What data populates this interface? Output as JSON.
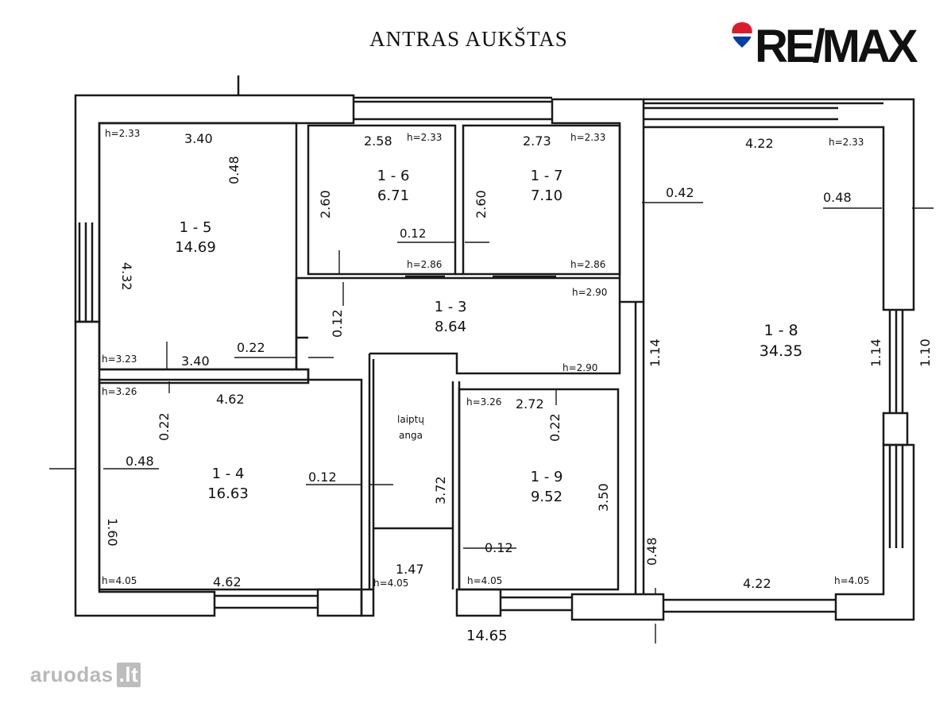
{
  "title": "ANTRAS AUKŠTAS",
  "logo_text": "RE/MAX",
  "watermark": {
    "name": "aruodas",
    "tld": ".lt"
  },
  "colors": {
    "line": "#1a1a1a",
    "logo_red": "#dc1c2e",
    "logo_blue": "#003da5"
  },
  "rooms": [
    {
      "id": "1 - 5",
      "area": "14.69"
    },
    {
      "id": "1 - 6",
      "area": "6.71"
    },
    {
      "id": "1 - 7",
      "area": "7.10"
    },
    {
      "id": "1 - 3",
      "area": "8.64"
    },
    {
      "id": "1 - 8",
      "area": "34.35"
    },
    {
      "id": "1 - 4",
      "area": "16.63"
    },
    {
      "id": "1 - 9",
      "area": "9.52"
    }
  ],
  "stair_label": [
    "laiptų",
    "anga"
  ],
  "dimensions": [
    "3.40",
    "0.48",
    "4.32",
    "3.40",
    "0.22",
    "2.58",
    "2.60",
    "0.12",
    "2.73",
    "2.60",
    "0.12",
    "4.22",
    "0.42",
    "0.48",
    "1.14",
    "1.14",
    "1.10",
    "0.48",
    "4.22",
    "4.62",
    "0.22",
    "0.48",
    "1.60",
    "0.12",
    "4.62",
    "3.72",
    "1.47",
    "2.72",
    "0.22",
    "3.50",
    "0.12",
    "14.65"
  ],
  "heights": [
    "h=2.33",
    "h=3.23",
    "h=2.33",
    "h=2.86",
    "h=2.33",
    "h=2.86",
    "h=2.90",
    "h=2.90",
    "h=2.33",
    "h=4.05",
    "h=3.26",
    "h=4.05",
    "h=4.05",
    "h=3.26",
    "h=4.05"
  ]
}
